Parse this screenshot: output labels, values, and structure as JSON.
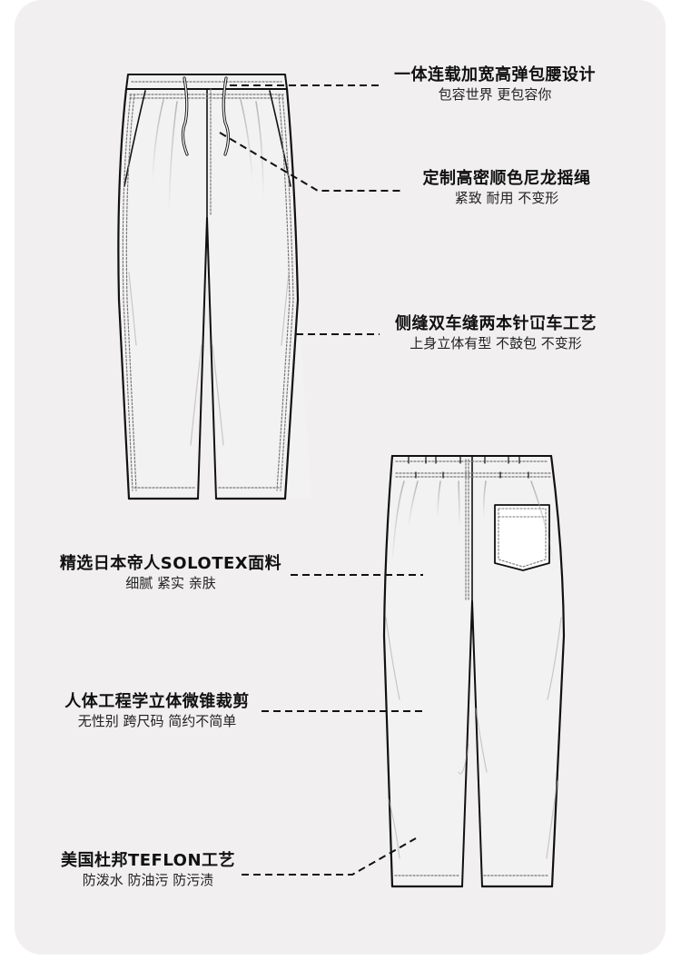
{
  "colors": {
    "page_bg": "#ffffff",
    "card_bg": "#f1eff0",
    "line": "#111111",
    "stitch": "#777777",
    "pocket_fill": "#ffffff"
  },
  "front_view": {
    "callouts": [
      {
        "title": "一体连载加宽高弹包腰设计",
        "subtitle": "包容世界 更包容你"
      },
      {
        "title": "定制高密顺色尼龙摇绳",
        "subtitle": "紧致 耐用 不变形"
      },
      {
        "title": "侧缝双车缝两本针冚车工艺",
        "subtitle": "上身立体有型 不鼓包 不变形"
      }
    ]
  },
  "back_view": {
    "callouts": [
      {
        "title": "精选日本帝人SOLOTEX面料",
        "subtitle": "细腻 紧实 亲肤"
      },
      {
        "title": "人体工程学立体微锥裁剪",
        "subtitle": "无性别 跨尺码 简约不简单"
      },
      {
        "title": "美国杜邦TEFLON工艺",
        "subtitle": "防泼水 防油污 防污渍"
      }
    ]
  }
}
